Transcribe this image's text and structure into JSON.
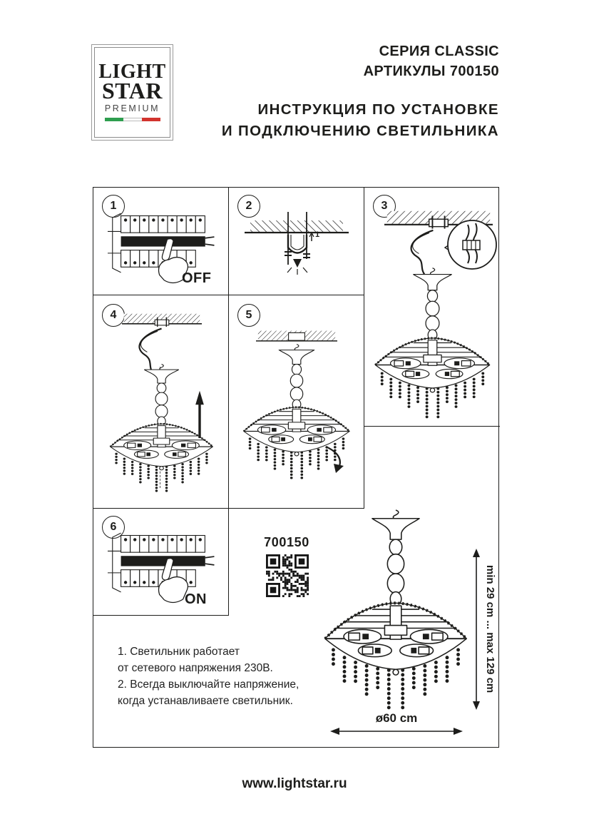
{
  "logo": {
    "line1": "LIGHT",
    "line2": "STAR",
    "line3": "PREMIUM"
  },
  "header": {
    "series": "СЕРИЯ CLASSIC",
    "articles": "АРТИКУЛЫ 700150",
    "instruction_line1": "ИНСТРУКЦИЯ ПО УСТАНОВКЕ",
    "instruction_line2": "И ПОДКЛЮЧЕНИЮ СВЕТИЛЬНИКА"
  },
  "steps": [
    {
      "number": "1",
      "label": "OFF"
    },
    {
      "number": "2",
      "callout": "1"
    },
    {
      "number": "3"
    },
    {
      "number": "4"
    },
    {
      "number": "5"
    },
    {
      "number": "6",
      "label": "ON"
    }
  ],
  "product": {
    "article": "700150"
  },
  "dimensions": {
    "height": "min 29 cm ... max 129 cm",
    "diameter": "ø60 cm"
  },
  "notes": {
    "line1": "1. Светильник работает",
    "line2": "от сетевого напряжения 230В.",
    "line3": "2. Всегда выключайте напряжение,",
    "line4": "когда устанавливаете светильник."
  },
  "footer": {
    "url": "www.lightstar.ru"
  },
  "colors": {
    "ink": "#1d1d1b",
    "flag_green": "#2e9e4f",
    "flag_white": "#ffffff",
    "flag_red": "#d2342e"
  }
}
